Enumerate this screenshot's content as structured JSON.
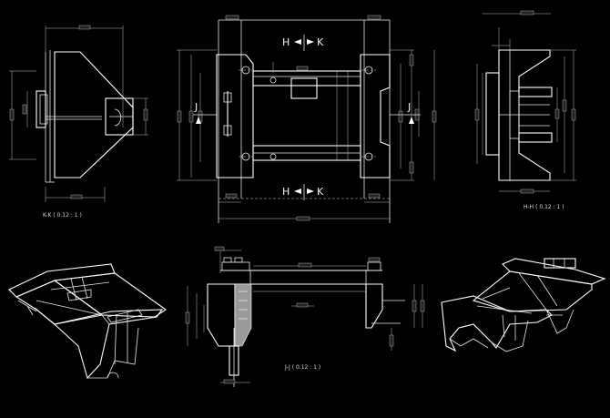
{
  "section_markers": {
    "h": "H",
    "k": "K",
    "j": "J"
  },
  "captions": {
    "left_view": "K-K ( 0.12 : 1 )",
    "right_view": "H-H ( 0.12 : 1 )",
    "section_view": "J-J ( 0.12 : 1 )"
  }
}
